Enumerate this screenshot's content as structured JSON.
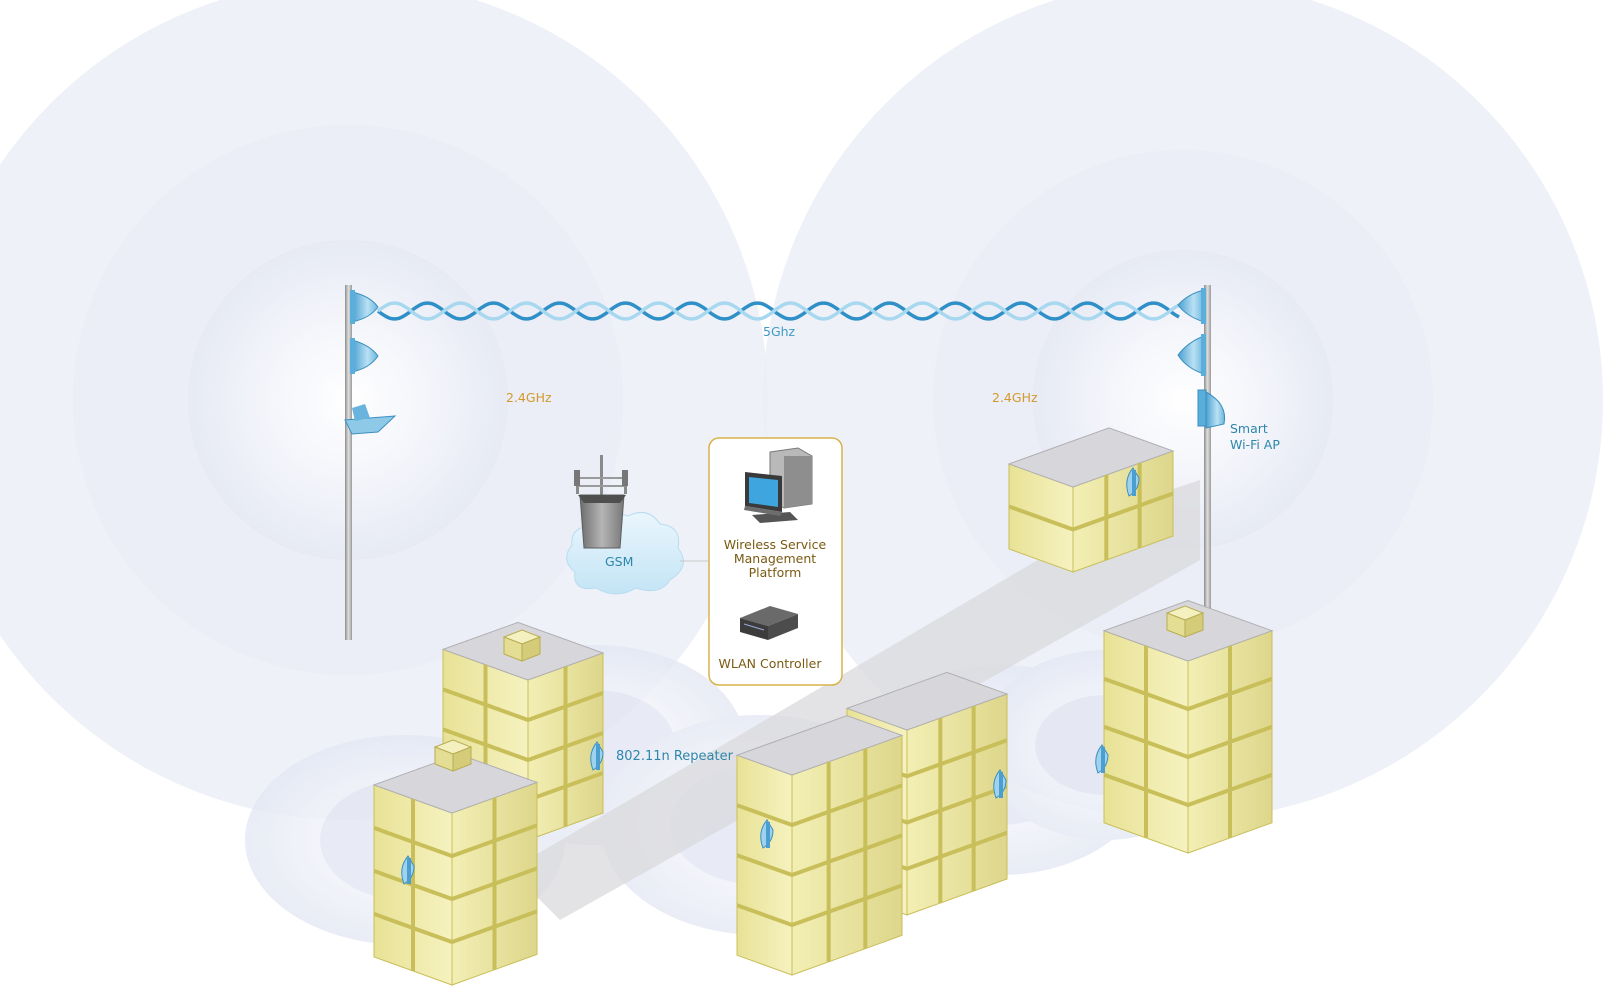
{
  "labels": {
    "link_5ghz": "5Ghz",
    "band_left": "2.4GHz",
    "band_right": "2.4GHz",
    "gsm": "GSM",
    "smart_ap_line1": "Smart",
    "smart_ap_line2": "Wi-Fi AP",
    "wsmp_line1": "Wireless Service",
    "wsmp_line2": "Management",
    "wsmp_line3": "Platform",
    "wlan_controller": "WLAN Controller",
    "repeater": "802.11n Repeater"
  },
  "colors": {
    "coverage": "#e6e9f5",
    "wave_dark": "#2f8fc7",
    "wave_light": "#a8d8ef",
    "building_face": "#f3efb2",
    "building_roof": "#d6d6da",
    "panel_border": "#d8b34a",
    "label_blue": "#3d9bc4",
    "label_orange": "#d39a2a"
  },
  "icons": {
    "pole_antenna": "panel-antenna-icon",
    "dish": "dish-antenna-icon",
    "tower": "cell-tower-icon",
    "cloud": "cloud-icon",
    "pc": "desktop-computer-icon",
    "controller": "network-controller-icon",
    "repeater": "repeater-icon"
  }
}
